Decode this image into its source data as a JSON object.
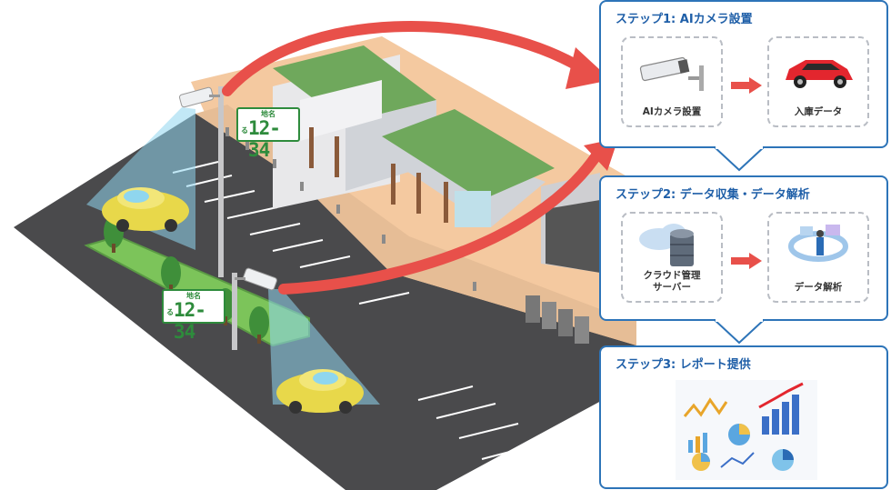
{
  "plates": [
    {
      "area": "地名",
      "kana": "る",
      "number": "12-34"
    },
    {
      "area": "地名",
      "kana": "る",
      "number": "12-34"
    }
  ],
  "steps": [
    {
      "title": "ステップ1: AIカメラ設置",
      "cards": [
        {
          "label": "AIカメラ設置",
          "icon": "security-camera-icon"
        },
        {
          "label": "入庫データ",
          "icon": "red-car-icon"
        }
      ]
    },
    {
      "title": "ステップ2: データ収集・データ解析",
      "cards": [
        {
          "label": "クラウド管理\nサーバー",
          "icon": "cloud-server-icon"
        },
        {
          "label": "データ解析",
          "icon": "data-analysis-icon"
        }
      ]
    },
    {
      "title": "ステップ3: レポート提供",
      "cards": [
        {
          "label": "",
          "icon": "report-charts-icon"
        }
      ]
    }
  ],
  "colors": {
    "accent": "#2d74b8",
    "arrow": "#e8504a",
    "plate": "#2e8b3c",
    "car": "#e8d84a",
    "roof": "#6fa85c"
  }
}
